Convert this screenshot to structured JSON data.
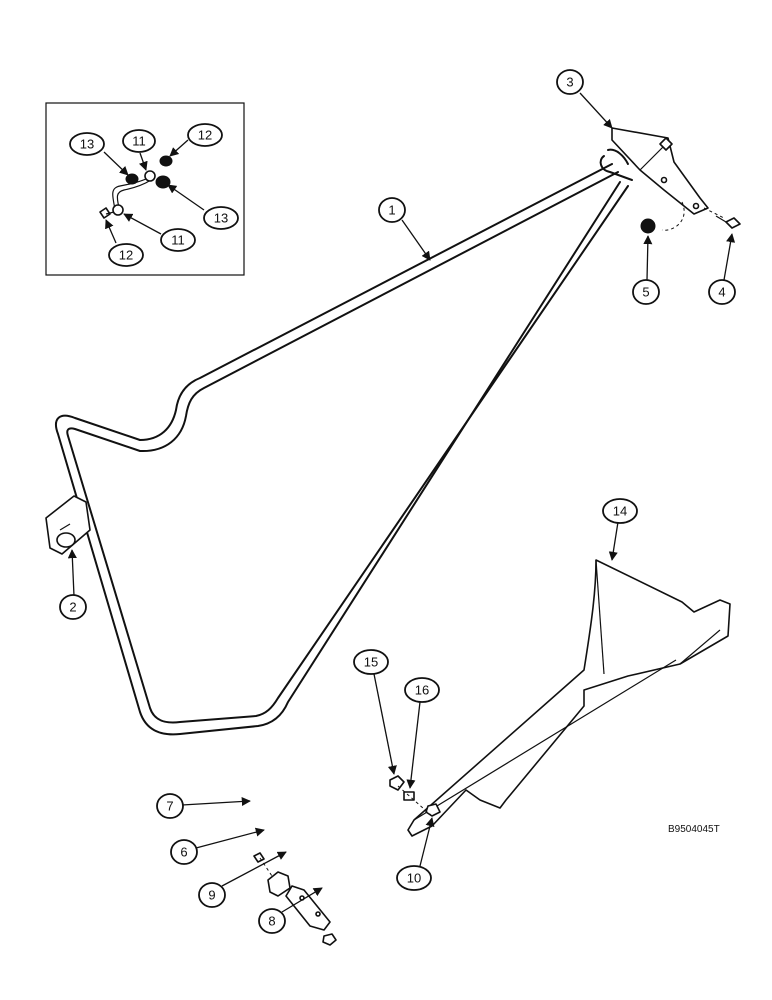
{
  "drawing_ref": "B9504045T",
  "callouts": {
    "c1": "1",
    "c2": "2",
    "c3": "3",
    "c4": "4",
    "c5": "5",
    "c6": "6",
    "c7": "7",
    "c8": "8",
    "c9": "9",
    "c10": "10",
    "c14": "14",
    "c15": "15",
    "c16": "16"
  },
  "inset": {
    "c11a": "11",
    "c11b": "11",
    "c12a": "12",
    "c12b": "12",
    "c13a": "13",
    "c13b": "13"
  }
}
